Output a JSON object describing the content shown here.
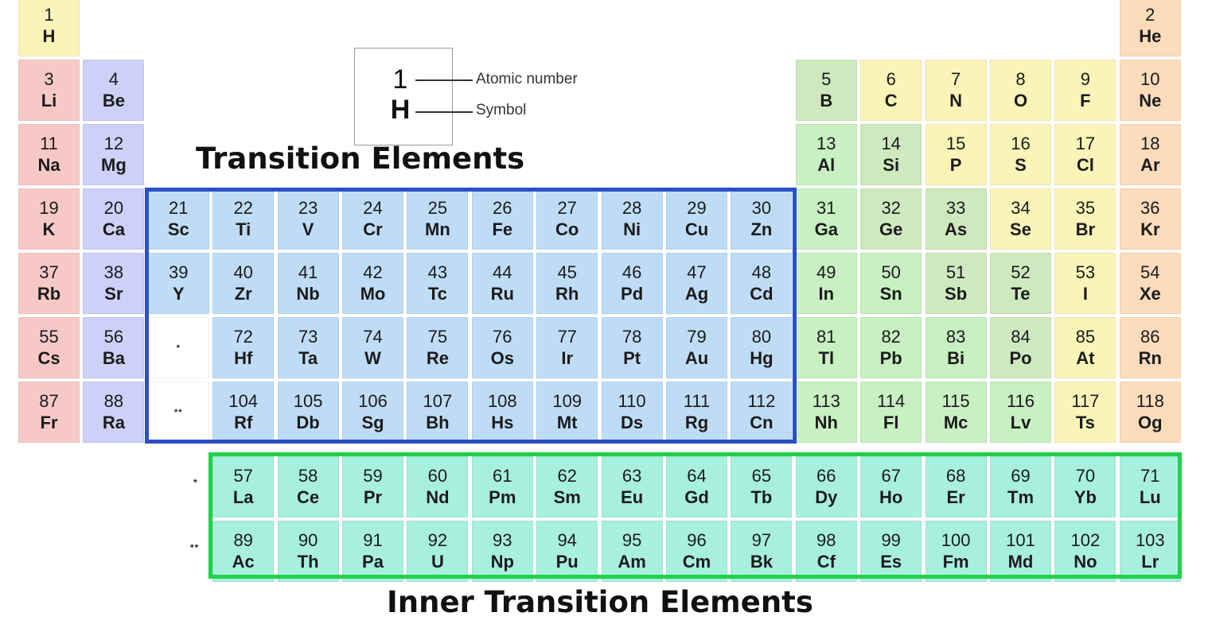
{
  "legend": {
    "number": "1",
    "symbol": "H",
    "number_label": "Atomic number",
    "symbol_label": "Symbol"
  },
  "headings": {
    "transition": "Transition Elements",
    "inner_transition": "Inner Transition Elements"
  },
  "colors": {
    "alkali": "#f7c9c6",
    "alkaline_earth": "#cdd0f7",
    "transition": "#bfdcf7",
    "post_transition": "#c8f0c2",
    "metalloid": "#cfe9bf",
    "nonmetal": "#fbf4b9",
    "noble_gas": "#fcdcbb",
    "inner_transition": "#a8f0de",
    "transition_frame": "#2b4fc8",
    "inner_transition_frame": "#1fd24a"
  },
  "series_markers": {
    "lanthanide": "*",
    "actinide": "**"
  },
  "elements": [
    {
      "n": "1",
      "s": "H",
      "row": 1,
      "col": 1,
      "cat": "nonmetal"
    },
    {
      "n": "2",
      "s": "He",
      "row": 1,
      "col": 18,
      "cat": "noble_gas"
    },
    {
      "n": "3",
      "s": "Li",
      "row": 2,
      "col": 1,
      "cat": "alkali"
    },
    {
      "n": "4",
      "s": "Be",
      "row": 2,
      "col": 2,
      "cat": "alkaline_earth"
    },
    {
      "n": "5",
      "s": "B",
      "row": 2,
      "col": 13,
      "cat": "metalloid"
    },
    {
      "n": "6",
      "s": "C",
      "row": 2,
      "col": 14,
      "cat": "nonmetal"
    },
    {
      "n": "7",
      "s": "N",
      "row": 2,
      "col": 15,
      "cat": "nonmetal"
    },
    {
      "n": "8",
      "s": "O",
      "row": 2,
      "col": 16,
      "cat": "nonmetal"
    },
    {
      "n": "9",
      "s": "F",
      "row": 2,
      "col": 17,
      "cat": "nonmetal"
    },
    {
      "n": "10",
      "s": "Ne",
      "row": 2,
      "col": 18,
      "cat": "noble_gas"
    },
    {
      "n": "11",
      "s": "Na",
      "row": 3,
      "col": 1,
      "cat": "alkali"
    },
    {
      "n": "12",
      "s": "Mg",
      "row": 3,
      "col": 2,
      "cat": "alkaline_earth"
    },
    {
      "n": "13",
      "s": "Al",
      "row": 3,
      "col": 13,
      "cat": "post_transition"
    },
    {
      "n": "14",
      "s": "Si",
      "row": 3,
      "col": 14,
      "cat": "metalloid"
    },
    {
      "n": "15",
      "s": "P",
      "row": 3,
      "col": 15,
      "cat": "nonmetal"
    },
    {
      "n": "16",
      "s": "S",
      "row": 3,
      "col": 16,
      "cat": "nonmetal"
    },
    {
      "n": "17",
      "s": "Cl",
      "row": 3,
      "col": 17,
      "cat": "nonmetal"
    },
    {
      "n": "18",
      "s": "Ar",
      "row": 3,
      "col": 18,
      "cat": "noble_gas"
    },
    {
      "n": "19",
      "s": "K",
      "row": 4,
      "col": 1,
      "cat": "alkali"
    },
    {
      "n": "20",
      "s": "Ca",
      "row": 4,
      "col": 2,
      "cat": "alkaline_earth"
    },
    {
      "n": "21",
      "s": "Sc",
      "row": 4,
      "col": 3,
      "cat": "transition"
    },
    {
      "n": "22",
      "s": "Ti",
      "row": 4,
      "col": 4,
      "cat": "transition"
    },
    {
      "n": "23",
      "s": "V",
      "row": 4,
      "col": 5,
      "cat": "transition"
    },
    {
      "n": "24",
      "s": "Cr",
      "row": 4,
      "col": 6,
      "cat": "transition"
    },
    {
      "n": "25",
      "s": "Mn",
      "row": 4,
      "col": 7,
      "cat": "transition"
    },
    {
      "n": "26",
      "s": "Fe",
      "row": 4,
      "col": 8,
      "cat": "transition"
    },
    {
      "n": "27",
      "s": "Co",
      "row": 4,
      "col": 9,
      "cat": "transition"
    },
    {
      "n": "28",
      "s": "Ni",
      "row": 4,
      "col": 10,
      "cat": "transition"
    },
    {
      "n": "29",
      "s": "Cu",
      "row": 4,
      "col": 11,
      "cat": "transition"
    },
    {
      "n": "30",
      "s": "Zn",
      "row": 4,
      "col": 12,
      "cat": "transition"
    },
    {
      "n": "31",
      "s": "Ga",
      "row": 4,
      "col": 13,
      "cat": "post_transition"
    },
    {
      "n": "32",
      "s": "Ge",
      "row": 4,
      "col": 14,
      "cat": "metalloid"
    },
    {
      "n": "33",
      "s": "As",
      "row": 4,
      "col": 15,
      "cat": "metalloid"
    },
    {
      "n": "34",
      "s": "Se",
      "row": 4,
      "col": 16,
      "cat": "nonmetal"
    },
    {
      "n": "35",
      "s": "Br",
      "row": 4,
      "col": 17,
      "cat": "nonmetal"
    },
    {
      "n": "36",
      "s": "Kr",
      "row": 4,
      "col": 18,
      "cat": "noble_gas"
    },
    {
      "n": "37",
      "s": "Rb",
      "row": 5,
      "col": 1,
      "cat": "alkali"
    },
    {
      "n": "38",
      "s": "Sr",
      "row": 5,
      "col": 2,
      "cat": "alkaline_earth"
    },
    {
      "n": "39",
      "s": "Y",
      "row": 5,
      "col": 3,
      "cat": "transition"
    },
    {
      "n": "40",
      "s": "Zr",
      "row": 5,
      "col": 4,
      "cat": "transition"
    },
    {
      "n": "41",
      "s": "Nb",
      "row": 5,
      "col": 5,
      "cat": "transition"
    },
    {
      "n": "42",
      "s": "Mo",
      "row": 5,
      "col": 6,
      "cat": "transition"
    },
    {
      "n": "43",
      "s": "Tc",
      "row": 5,
      "col": 7,
      "cat": "transition"
    },
    {
      "n": "44",
      "s": "Ru",
      "row": 5,
      "col": 8,
      "cat": "transition"
    },
    {
      "n": "45",
      "s": "Rh",
      "row": 5,
      "col": 9,
      "cat": "transition"
    },
    {
      "n": "46",
      "s": "Pd",
      "row": 5,
      "col": 10,
      "cat": "transition"
    },
    {
      "n": "47",
      "s": "Ag",
      "row": 5,
      "col": 11,
      "cat": "transition"
    },
    {
      "n": "48",
      "s": "Cd",
      "row": 5,
      "col": 12,
      "cat": "transition"
    },
    {
      "n": "49",
      "s": "In",
      "row": 5,
      "col": 13,
      "cat": "post_transition"
    },
    {
      "n": "50",
      "s": "Sn",
      "row": 5,
      "col": 14,
      "cat": "post_transition"
    },
    {
      "n": "51",
      "s": "Sb",
      "row": 5,
      "col": 15,
      "cat": "metalloid"
    },
    {
      "n": "52",
      "s": "Te",
      "row": 5,
      "col": 16,
      "cat": "metalloid"
    },
    {
      "n": "53",
      "s": "I",
      "row": 5,
      "col": 17,
      "cat": "nonmetal"
    },
    {
      "n": "54",
      "s": "Xe",
      "row": 5,
      "col": 18,
      "cat": "noble_gas"
    },
    {
      "n": "55",
      "s": "Cs",
      "row": 6,
      "col": 1,
      "cat": "alkali"
    },
    {
      "n": "56",
      "s": "Ba",
      "row": 6,
      "col": 2,
      "cat": "alkaline_earth"
    },
    {
      "n": "",
      "s": "*",
      "row": 6,
      "col": 3,
      "cat": "blank"
    },
    {
      "n": "72",
      "s": "Hf",
      "row": 6,
      "col": 4,
      "cat": "transition"
    },
    {
      "n": "73",
      "s": "Ta",
      "row": 6,
      "col": 5,
      "cat": "transition"
    },
    {
      "n": "74",
      "s": "W",
      "row": 6,
      "col": 6,
      "cat": "transition"
    },
    {
      "n": "75",
      "s": "Re",
      "row": 6,
      "col": 7,
      "cat": "transition"
    },
    {
      "n": "76",
      "s": "Os",
      "row": 6,
      "col": 8,
      "cat": "transition"
    },
    {
      "n": "77",
      "s": "Ir",
      "row": 6,
      "col": 9,
      "cat": "transition"
    },
    {
      "n": "78",
      "s": "Pt",
      "row": 6,
      "col": 10,
      "cat": "transition"
    },
    {
      "n": "79",
      "s": "Au",
      "row": 6,
      "col": 11,
      "cat": "transition"
    },
    {
      "n": "80",
      "s": "Hg",
      "row": 6,
      "col": 12,
      "cat": "transition"
    },
    {
      "n": "81",
      "s": "Tl",
      "row": 6,
      "col": 13,
      "cat": "post_transition"
    },
    {
      "n": "82",
      "s": "Pb",
      "row": 6,
      "col": 14,
      "cat": "post_transition"
    },
    {
      "n": "83",
      "s": "Bi",
      "row": 6,
      "col": 15,
      "cat": "post_transition"
    },
    {
      "n": "84",
      "s": "Po",
      "row": 6,
      "col": 16,
      "cat": "metalloid"
    },
    {
      "n": "85",
      "s": "At",
      "row": 6,
      "col": 17,
      "cat": "nonmetal"
    },
    {
      "n": "86",
      "s": "Rn",
      "row": 6,
      "col": 18,
      "cat": "noble_gas"
    },
    {
      "n": "87",
      "s": "Fr",
      "row": 7,
      "col": 1,
      "cat": "alkali"
    },
    {
      "n": "88",
      "s": "Ra",
      "row": 7,
      "col": 2,
      "cat": "alkaline_earth"
    },
    {
      "n": "",
      "s": "**",
      "row": 7,
      "col": 3,
      "cat": "blank"
    },
    {
      "n": "104",
      "s": "Rf",
      "row": 7,
      "col": 4,
      "cat": "transition"
    },
    {
      "n": "105",
      "s": "Db",
      "row": 7,
      "col": 5,
      "cat": "transition"
    },
    {
      "n": "106",
      "s": "Sg",
      "row": 7,
      "col": 6,
      "cat": "transition"
    },
    {
      "n": "107",
      "s": "Bh",
      "row": 7,
      "col": 7,
      "cat": "transition"
    },
    {
      "n": "108",
      "s": "Hs",
      "row": 7,
      "col": 8,
      "cat": "transition"
    },
    {
      "n": "109",
      "s": "Mt",
      "row": 7,
      "col": 9,
      "cat": "transition"
    },
    {
      "n": "110",
      "s": "Ds",
      "row": 7,
      "col": 10,
      "cat": "transition"
    },
    {
      "n": "111",
      "s": "Rg",
      "row": 7,
      "col": 11,
      "cat": "transition"
    },
    {
      "n": "112",
      "s": "Cn",
      "row": 7,
      "col": 12,
      "cat": "transition"
    },
    {
      "n": "113",
      "s": "Nh",
      "row": 7,
      "col": 13,
      "cat": "post_transition"
    },
    {
      "n": "114",
      "s": "Fl",
      "row": 7,
      "col": 14,
      "cat": "post_transition"
    },
    {
      "n": "115",
      "s": "Mc",
      "row": 7,
      "col": 15,
      "cat": "post_transition"
    },
    {
      "n": "116",
      "s": "Lv",
      "row": 7,
      "col": 16,
      "cat": "post_transition"
    },
    {
      "n": "117",
      "s": "Ts",
      "row": 7,
      "col": 17,
      "cat": "nonmetal"
    },
    {
      "n": "118",
      "s": "Og",
      "row": 7,
      "col": 18,
      "cat": "noble_gas"
    },
    {
      "n": "57",
      "s": "La",
      "row": 8,
      "col": 4,
      "cat": "inner_transition"
    },
    {
      "n": "58",
      "s": "Ce",
      "row": 8,
      "col": 5,
      "cat": "inner_transition"
    },
    {
      "n": "59",
      "s": "Pr",
      "row": 8,
      "col": 6,
      "cat": "inner_transition"
    },
    {
      "n": "60",
      "s": "Nd",
      "row": 8,
      "col": 7,
      "cat": "inner_transition"
    },
    {
      "n": "61",
      "s": "Pm",
      "row": 8,
      "col": 8,
      "cat": "inner_transition"
    },
    {
      "n": "62",
      "s": "Sm",
      "row": 8,
      "col": 9,
      "cat": "inner_transition"
    },
    {
      "n": "63",
      "s": "Eu",
      "row": 8,
      "col": 10,
      "cat": "inner_transition"
    },
    {
      "n": "64",
      "s": "Gd",
      "row": 8,
      "col": 11,
      "cat": "inner_transition"
    },
    {
      "n": "65",
      "s": "Tb",
      "row": 8,
      "col": 12,
      "cat": "inner_transition"
    },
    {
      "n": "66",
      "s": "Dy",
      "row": 8,
      "col": 13,
      "cat": "inner_transition"
    },
    {
      "n": "67",
      "s": "Ho",
      "row": 8,
      "col": 14,
      "cat": "inner_transition"
    },
    {
      "n": "68",
      "s": "Er",
      "row": 8,
      "col": 15,
      "cat": "inner_transition"
    },
    {
      "n": "69",
      "s": "Tm",
      "row": 8,
      "col": 16,
      "cat": "inner_transition"
    },
    {
      "n": "70",
      "s": "Yb",
      "row": 8,
      "col": 17,
      "cat": "inner_transition"
    },
    {
      "n": "71",
      "s": "Lu",
      "row": 8,
      "col": 18,
      "cat": "inner_transition"
    },
    {
      "n": "89",
      "s": "Ac",
      "row": 9,
      "col": 4,
      "cat": "inner_transition"
    },
    {
      "n": "90",
      "s": "Th",
      "row": 9,
      "col": 5,
      "cat": "inner_transition"
    },
    {
      "n": "91",
      "s": "Pa",
      "row": 9,
      "col": 6,
      "cat": "inner_transition"
    },
    {
      "n": "92",
      "s": "U",
      "row": 9,
      "col": 7,
      "cat": "inner_transition"
    },
    {
      "n": "93",
      "s": "Np",
      "row": 9,
      "col": 8,
      "cat": "inner_transition"
    },
    {
      "n": "94",
      "s": "Pu",
      "row": 9,
      "col": 9,
      "cat": "inner_transition"
    },
    {
      "n": "95",
      "s": "Am",
      "row": 9,
      "col": 10,
      "cat": "inner_transition"
    },
    {
      "n": "96",
      "s": "Cm",
      "row": 9,
      "col": 11,
      "cat": "inner_transition"
    },
    {
      "n": "97",
      "s": "Bk",
      "row": 9,
      "col": 12,
      "cat": "inner_transition"
    },
    {
      "n": "98",
      "s": "Cf",
      "row": 9,
      "col": 13,
      "cat": "inner_transition"
    },
    {
      "n": "99",
      "s": "Es",
      "row": 9,
      "col": 14,
      "cat": "inner_transition"
    },
    {
      "n": "100",
      "s": "Fm",
      "row": 9,
      "col": 15,
      "cat": "inner_transition"
    },
    {
      "n": "101",
      "s": "Md",
      "row": 9,
      "col": 16,
      "cat": "inner_transition"
    },
    {
      "n": "102",
      "s": "No",
      "row": 9,
      "col": 17,
      "cat": "inner_transition"
    },
    {
      "n": "103",
      "s": "Lr",
      "row": 9,
      "col": 18,
      "cat": "inner_transition"
    }
  ]
}
